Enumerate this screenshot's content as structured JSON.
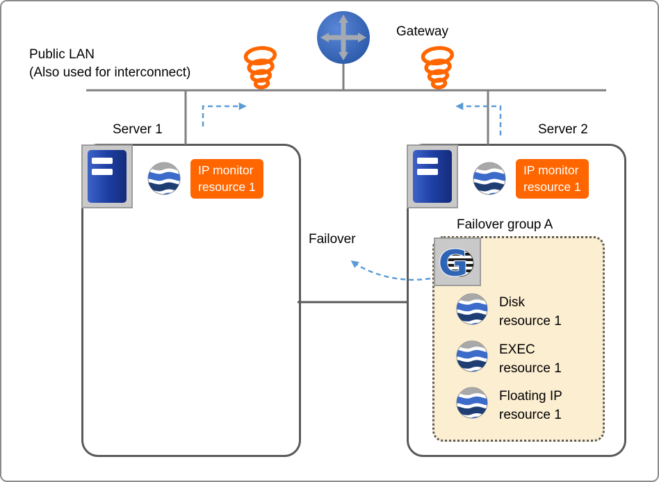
{
  "labels": {
    "public_lan_line1": "Public LAN",
    "public_lan_line2": "(Also used for interconnect)",
    "gateway": "Gateway",
    "server1": "Server 1",
    "server2": "Server 2",
    "failover": "Failover",
    "failover_group": "Failover group A"
  },
  "server1": {
    "monitor": {
      "line1": "IP monitor",
      "line2": "resource 1"
    }
  },
  "server2": {
    "monitor": {
      "line1": "IP monitor",
      "line2": "resource 1"
    }
  },
  "group": {
    "items": [
      {
        "line1": "Disk",
        "line2": "resource 1"
      },
      {
        "line1": "EXEC",
        "line2": "resource 1"
      },
      {
        "line1": "Floating IP",
        "line2": "resource 1"
      }
    ]
  },
  "icons": {
    "gateway": "router-gateway-icon",
    "spiral": "failure-spiral-icon",
    "server": "server-icon",
    "globe": "resource-globe-icon",
    "group": "failover-group-icon"
  },
  "colors": {
    "orange": "#FF6600",
    "arrow_blue": "#5B9BD5",
    "line_gray": "#7F7F7F",
    "box_border": "#595959",
    "group_fill": "#FCEED1",
    "server_blue": "#1E3FA4",
    "gateway_blue": "#2E64B5"
  }
}
